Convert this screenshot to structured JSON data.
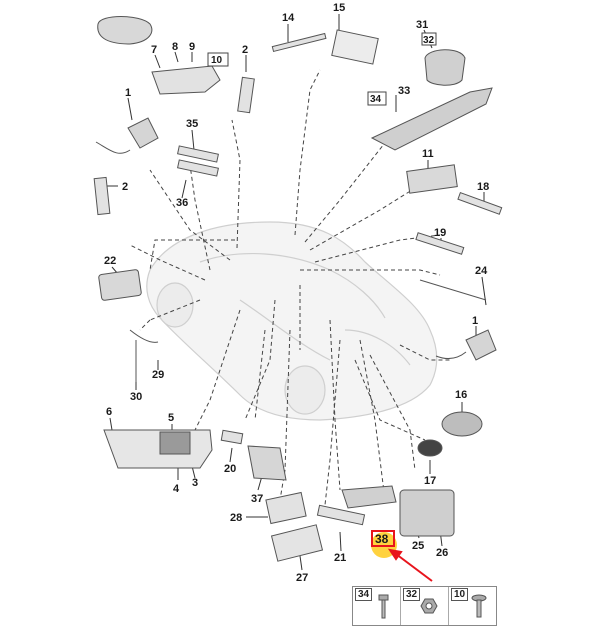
{
  "diagram": {
    "parts": [
      {
        "id": "14",
        "label": "14"
      },
      {
        "id": "15",
        "label": "15"
      },
      {
        "id": "31",
        "label": "31"
      },
      {
        "id": "32",
        "label": "32"
      },
      {
        "id": "8",
        "label": "8"
      },
      {
        "id": "9",
        "label": "9"
      },
      {
        "id": "10",
        "label": "10"
      },
      {
        "id": "7",
        "label": "7"
      },
      {
        "id": "2a",
        "label": "2"
      },
      {
        "id": "33",
        "label": "33"
      },
      {
        "id": "34",
        "label": "34"
      },
      {
        "id": "1a",
        "label": "1"
      },
      {
        "id": "35",
        "label": "35"
      },
      {
        "id": "36",
        "label": "36"
      },
      {
        "id": "2b",
        "label": "2"
      },
      {
        "id": "11",
        "label": "11"
      },
      {
        "id": "18",
        "label": "18"
      },
      {
        "id": "19",
        "label": "19"
      },
      {
        "id": "22",
        "label": "22"
      },
      {
        "id": "24",
        "label": "24"
      },
      {
        "id": "1b",
        "label": "1"
      },
      {
        "id": "29",
        "label": "29"
      },
      {
        "id": "30",
        "label": "30"
      },
      {
        "id": "16",
        "label": "16"
      },
      {
        "id": "6",
        "label": "6"
      },
      {
        "id": "5",
        "label": "5"
      },
      {
        "id": "20",
        "label": "20"
      },
      {
        "id": "4",
        "label": "4"
      },
      {
        "id": "3",
        "label": "3"
      },
      {
        "id": "37",
        "label": "37"
      },
      {
        "id": "17",
        "label": "17"
      },
      {
        "id": "28",
        "label": "28"
      },
      {
        "id": "21",
        "label": "21"
      },
      {
        "id": "25",
        "label": "25"
      },
      {
        "id": "26",
        "label": "26"
      },
      {
        "id": "27",
        "label": "27"
      },
      {
        "id": "38",
        "label": "38"
      }
    ],
    "legend": [
      {
        "label": "34"
      },
      {
        "label": "32"
      },
      {
        "label": "10"
      }
    ],
    "highlight_color": "#e8141c",
    "highlight_fill": "#ffd23f"
  }
}
